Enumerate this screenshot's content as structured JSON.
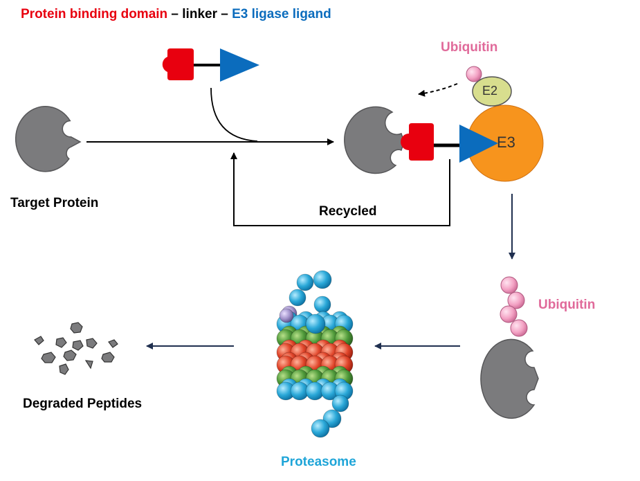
{
  "title": {
    "part1": "Protein binding domain",
    "sep1": " – linker – ",
    "part2": "E3 ligase ligand"
  },
  "labels": {
    "target_protein": "Target Protein",
    "recycled": "Recycled",
    "ubiquitin_top": "Ubiquitin",
    "ubiquitin_right": "Ubiquitin",
    "e2": "E2",
    "e3": "E3",
    "proteasome": "Proteasome",
    "degraded_peptides": "Degraded Peptides"
  },
  "colors": {
    "binding_domain": "#e8000f",
    "linker": "#000000",
    "e3_ligand": "#0b6cbd",
    "ubiquitin": "#e06a9a",
    "ubiquitin_ball": "#f3a2c4",
    "proteasome_label": "#1fa5d8",
    "protein_gray": "#7b7b7d",
    "e3_orange": "#f7941d",
    "e2_green": "#d8de8e",
    "arrow_navy": "#1f2f4f"
  }
}
